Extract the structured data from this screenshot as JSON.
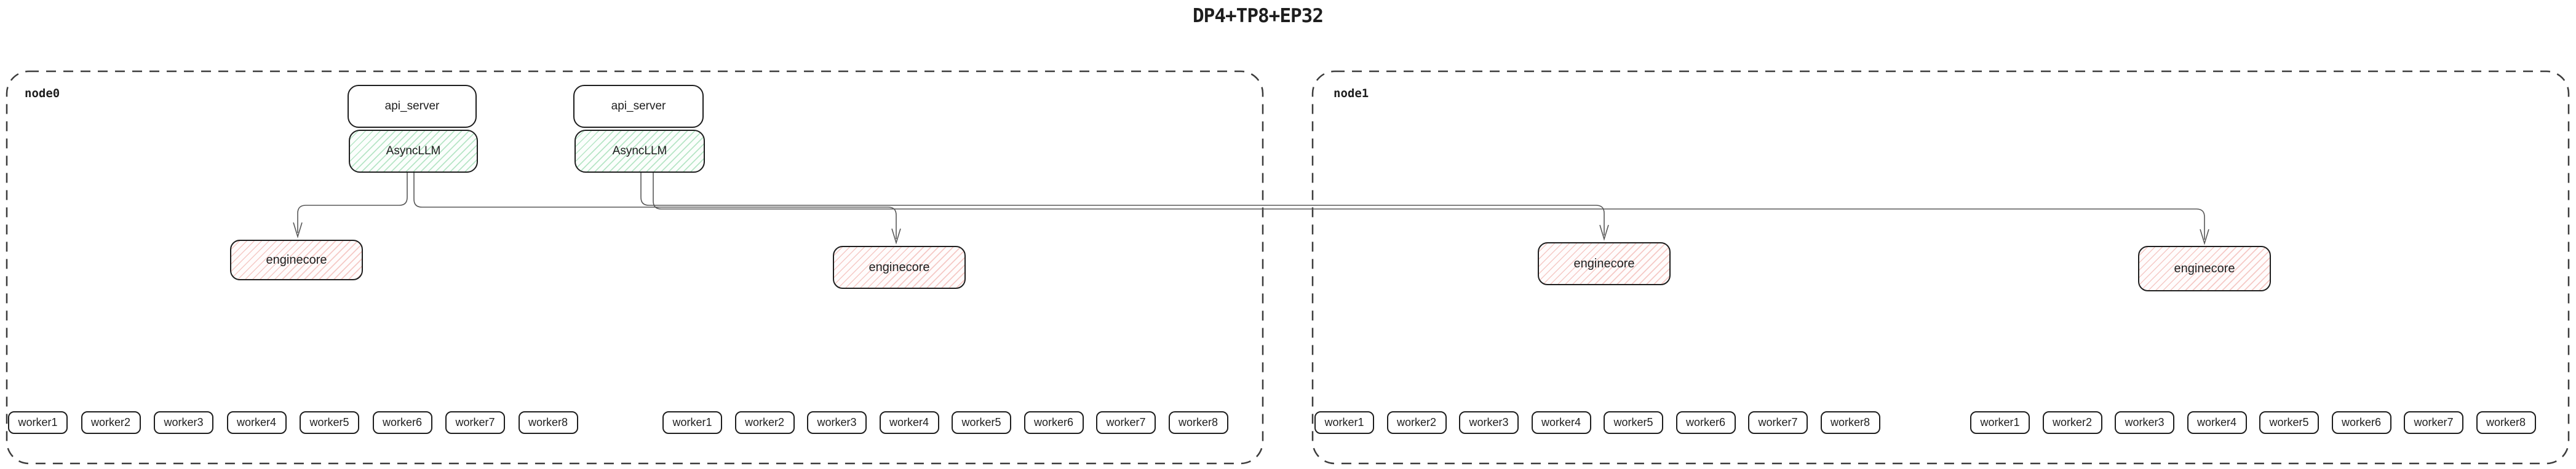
{
  "title": "DP4+TP8+EP32",
  "colors": {
    "background": "#ffffff",
    "box_border": "#1e1e1e",
    "node_dashed_border": "#3c3c3c",
    "connector": "#585858",
    "asyncllm_hatch_green": "#7ed19a",
    "enginecore_hatch_red": "#e8827a"
  },
  "nodes": [
    {
      "label": "node0",
      "stacks": [
        {
          "api_server": "api_server",
          "asyncllm": "AsyncLLM"
        },
        {
          "api_server": "api_server",
          "asyncllm": "AsyncLLM"
        }
      ],
      "enginecores": [
        "enginecore",
        "enginecore"
      ],
      "worker_groups": [
        [
          "worker1",
          "worker2",
          "worker3",
          "worker4",
          "worker5",
          "worker6",
          "worker7",
          "worker8"
        ],
        [
          "worker1",
          "worker2",
          "worker3",
          "worker4",
          "worker5",
          "worker6",
          "worker7",
          "worker8"
        ]
      ]
    },
    {
      "label": "node1",
      "stacks": [],
      "enginecores": [
        "enginecore",
        "enginecore"
      ],
      "worker_groups": [
        [
          "worker1",
          "worker2",
          "worker3",
          "worker4",
          "worker5",
          "worker6",
          "worker7",
          "worker8"
        ],
        [
          "worker1",
          "worker2",
          "worker3",
          "worker4",
          "worker5",
          "worker6",
          "worker7",
          "worker8"
        ]
      ]
    }
  ]
}
